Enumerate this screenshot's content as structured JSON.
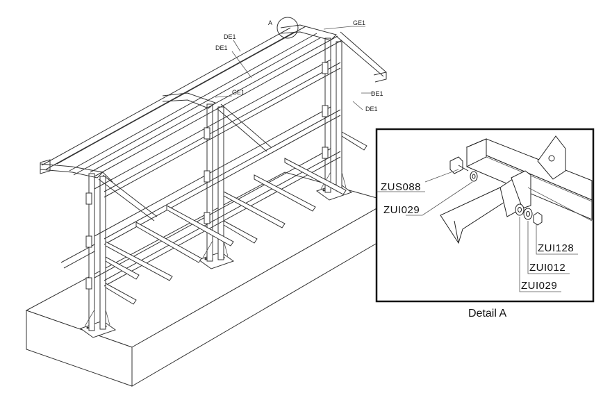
{
  "main_view": {
    "labels": {
      "callout_a": "A",
      "ge1_top": "GE1",
      "de1_a": "DE1",
      "de1_b": "DE1",
      "de1_c": "DE1",
      "de1_d": "DE1",
      "ge1_mid": "GE1"
    }
  },
  "detail": {
    "caption": "Detail A",
    "parts": {
      "zus088": "ZUS088",
      "zui029_a": "ZUI029",
      "zui128": "ZUI128",
      "zui012": "ZUI012",
      "zui029_b": "ZUI029"
    }
  }
}
